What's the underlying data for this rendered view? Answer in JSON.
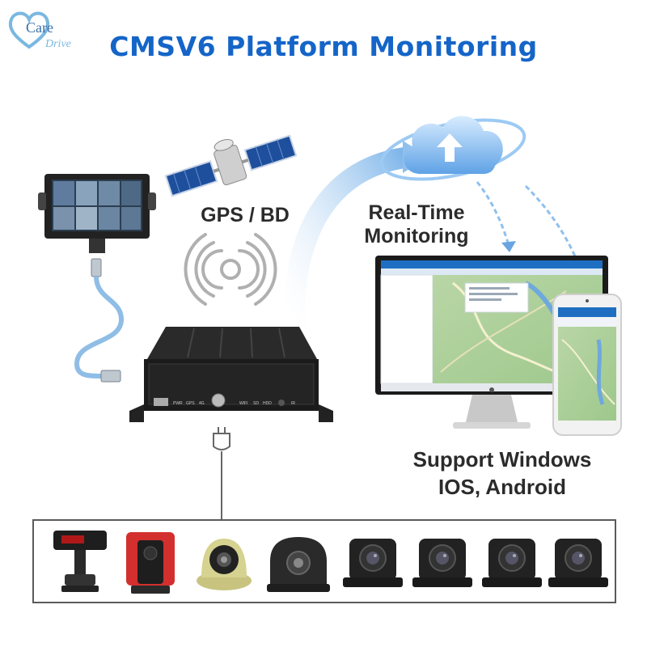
{
  "brand": {
    "logo_text_1": "Care",
    "logo_text_2": "Drive",
    "accent": "#1565c8"
  },
  "title": "CMSV6 Platform Monitoring",
  "labels": {
    "gps": "GPS / BD",
    "realtime_line1": "Real-Time",
    "realtime_line2": "Monitoring",
    "support_line1": "Support Windows",
    "support_line2": "IOS, Android"
  },
  "dvr": {
    "indicators": [
      "PWR",
      "GPS",
      "4G",
      "WIFI",
      "SD",
      "HDD",
      "IR"
    ]
  },
  "cameras": [
    {
      "icon": "in-cab-monitor-camera"
    },
    {
      "icon": "adhesive-mount-camera"
    },
    {
      "icon": "dome-camera"
    },
    {
      "icon": "side-view-camera"
    },
    {
      "icon": "mini-camera"
    },
    {
      "icon": "mini-camera"
    },
    {
      "icon": "mini-camera"
    },
    {
      "icon": "mini-camera"
    }
  ]
}
